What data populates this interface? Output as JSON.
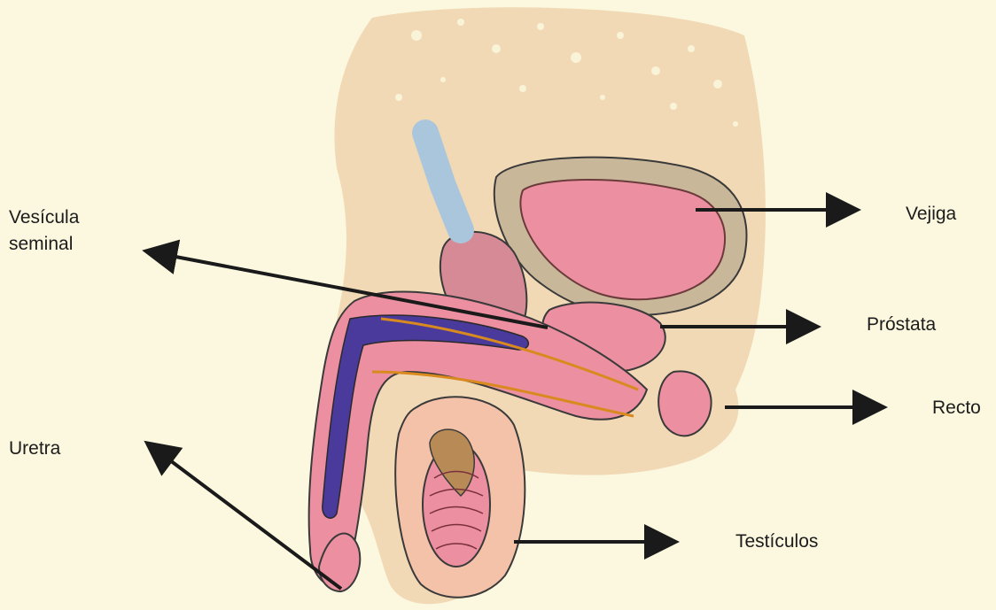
{
  "labels": {
    "vesicula_line1": "Vesícula",
    "vesicula_line2": "seminal",
    "vejiga": "Vejiga",
    "prostata": "Próstata",
    "recto": "Recto",
    "uretra": "Uretra",
    "testiculos": "Testículos"
  },
  "colors": {
    "background": "#fbf8df",
    "skin": "#f2d9b6",
    "tissue_pink": "#ec8fa0",
    "vein_blue": "#4a3a9c",
    "duct_orange": "#d98a1f",
    "outline": "#2a2a2a"
  }
}
